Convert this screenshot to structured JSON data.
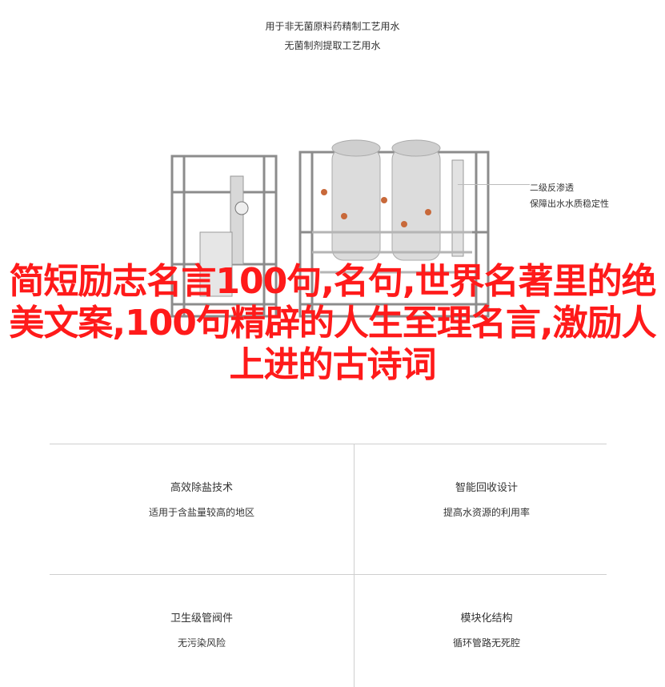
{
  "top_caption": {
    "line1": "用于非无菌原料药精制工艺用水",
    "line2": "无菌制剂提取工艺用水"
  },
  "callout": {
    "title": "二级反渗透",
    "subtitle": "保障出水水质稳定性"
  },
  "headline": "简短励志名言100句,名句,世界名著里的绝美文案,100句精辟的人生至理名言,激励人上进的古诗词",
  "features": [
    {
      "title": "高效除盐技术",
      "subtitle": "适用于含盐量较高的地区"
    },
    {
      "title": "智能回收设计",
      "subtitle": "提高水资源的利用率"
    },
    {
      "title": "卫生级管阀件",
      "subtitle": "无污染风险"
    },
    {
      "title": "模块化结构",
      "subtitle": "循环管路无死腔"
    }
  ]
}
